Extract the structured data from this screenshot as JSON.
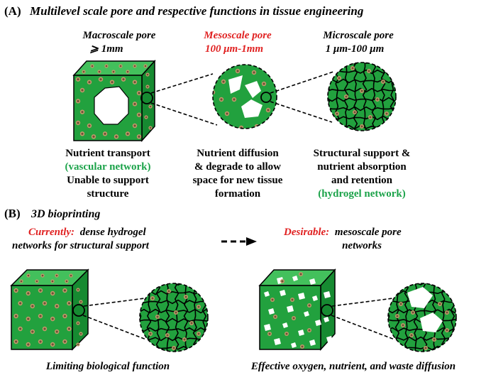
{
  "colors": {
    "cube_front": "#22a13e",
    "cube_top": "#43c05c",
    "cube_side": "#168a31",
    "outline": "#000000",
    "cell_ring": "#c49a6b",
    "cell_core": "#6b5238",
    "pore": "#ffffff",
    "accent_red": "#e02020",
    "accent_green": "#1ca34a",
    "text": "#000000"
  },
  "panel_a": {
    "label": "(A)",
    "title": "Multilevel scale pore and respective functions in tissue engineering",
    "macro": {
      "heading": "Macroscale pore",
      "size": "⩾ 1mm",
      "lines": [
        {
          "text": "Nutrient transport",
          "color": "text"
        },
        {
          "text": "(vascular network)",
          "color": "accent_green"
        },
        {
          "text": "Unable to support",
          "color": "text"
        },
        {
          "text": "structure",
          "color": "text"
        }
      ]
    },
    "meso": {
      "heading": "Mesoscale pore",
      "size": "100 μm-1mm",
      "lines": [
        {
          "text": "Nutrient diffusion",
          "color": "text"
        },
        {
          "text": "& degrade to allow",
          "color": "text"
        },
        {
          "text": "space for new tissue",
          "color": "text"
        },
        {
          "text": "formation",
          "color": "text"
        }
      ]
    },
    "micro": {
      "heading": "Microscale pore",
      "size": "1 μm-100 μm",
      "lines": [
        {
          "text": "Structural support &",
          "color": "text"
        },
        {
          "text": "nutrient absorption",
          "color": "text"
        },
        {
          "text": "and retention",
          "color": "text"
        },
        {
          "text": "(hydrogel network)",
          "color": "accent_green"
        }
      ]
    }
  },
  "panel_b": {
    "label": "(B)",
    "title": "3D bioprinting",
    "current_label": "Currently:",
    "current_text_1": "dense hydrogel",
    "current_text_2": "networks for structural support",
    "desirable_label": "Desirable:",
    "desirable_text_1": "mesoscale pore",
    "desirable_text_2": "networks",
    "caption_left": "Limiting biological function",
    "caption_right": "Effective oxygen, nutrient, and waste diffusion"
  }
}
